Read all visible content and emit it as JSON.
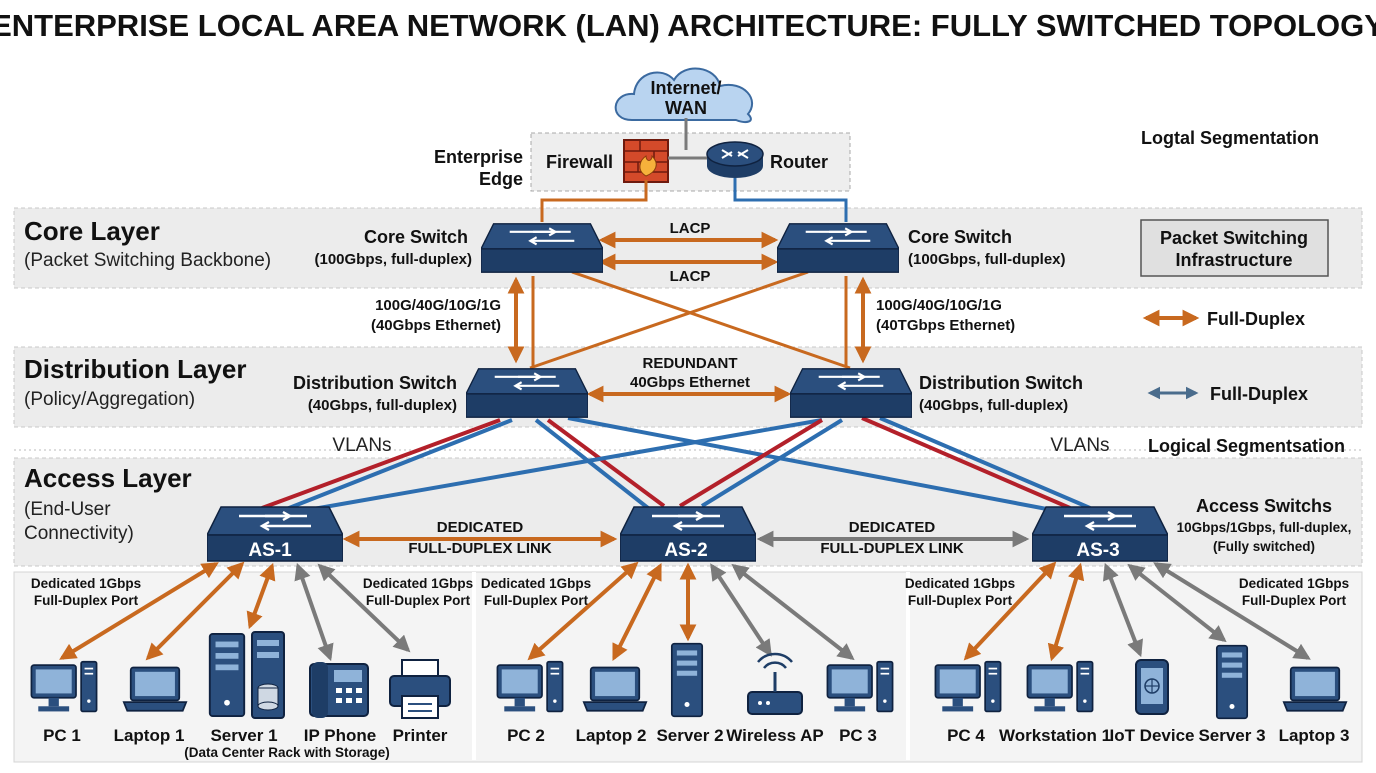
{
  "title": "ENTERPRISE LOCAL AREA NETWORK (LAN) ARCHITECTURE: FULLY SWITCHED TOPOLOGY",
  "colors": {
    "orange": "#c8691f",
    "red": "#b3202a",
    "blue": "#2d6eb0",
    "gray": "#7a7a7a",
    "switch": "#1e3d66",
    "band": "#ececec"
  },
  "internet": {
    "label_1": "Internet/",
    "label_2": "WAN"
  },
  "edge": {
    "label_1": "Enterprise",
    "label_2": "Edge",
    "firewall": "Firewall",
    "router": "Router"
  },
  "logical_seg_top": "Logtal Segmentation",
  "core": {
    "title": "Core Layer",
    "subtitle": "(Packet Switching Backbone)",
    "switch_left": {
      "name": "Core Switch",
      "spec": "(100Gbps, full-duplex)"
    },
    "switch_right": {
      "name": "Core Switch",
      "spec": "(100Gbps, full-duplex)"
    },
    "lacp_1": "LACP",
    "lacp_2": "LACP"
  },
  "packet_box": {
    "line1": "Packet Switching",
    "line2": "Infrastructure"
  },
  "uplink_left": {
    "line1": "100G/40G/10G/1G",
    "line2": "(40Gbps Ethernet)"
  },
  "uplink_right": {
    "line1": "100G/40G/10G/1G",
    "line2": "(40TGbps Ethernet)"
  },
  "legend": {
    "orange": "Full-Duplex",
    "blue": "Full-Duplex"
  },
  "distribution": {
    "title": "Distribution Layer",
    "subtitle": "(Policy/Aggregation)",
    "switch_left": {
      "name": "Distribution Switch",
      "spec": "(40Gbps, full-duplex)"
    },
    "switch_right": {
      "name": "Distribution Switch",
      "spec": "(40Gbps, full-duplex)"
    },
    "redundant_1": "REDUNDANT",
    "redundant_2": "40Gbps Ethernet"
  },
  "vlans_left": "VLANs",
  "vlans_right": "VLANs",
  "logical_seg_bottom": "Logical Segmentsation",
  "access": {
    "title": "Access Layer",
    "subtitle_1": "(End-User",
    "subtitle_2": "Connectivity)",
    "switches": [
      "AS-1",
      "AS-2",
      "AS-3"
    ],
    "link_1": {
      "line1": "DEDICATED",
      "line2": "FULL-DUPLEX LINK"
    },
    "link_2": {
      "line1": "DEDICATED",
      "line2": "FULL-DUPLEX LINK"
    },
    "info_title": "Access Switchs",
    "info_1": "10Gbps/1Gbps, full-duplex,",
    "info_2": "(Fully switched)"
  },
  "port_labels": [
    {
      "line1": "Dedicated 1Gbps",
      "line2": "Full-Duplex Port"
    },
    {
      "line1": "Dedicated 1Gbps",
      "line2": "Full-Duplex Port"
    },
    {
      "line1": "Dedicated 1Gbps",
      "line2": "Full-Duplex Port"
    },
    {
      "line1": "Dedicated 1Gbps",
      "line2": "Full-Duplex Port"
    },
    {
      "line1": "Dedicated 1Gbps",
      "line2": "Full-Duplex Port"
    }
  ],
  "devices": [
    {
      "label": "PC 1",
      "icon": "pc-icon"
    },
    {
      "label": "Laptop 1",
      "icon": "laptop-icon"
    },
    {
      "label": "Server 1",
      "icon": "server-rack-icon",
      "sub": "(Data Center Rack with Storage)"
    },
    {
      "label": "IP Phone",
      "icon": "ip-phone-icon"
    },
    {
      "label": "Printer",
      "icon": "printer-icon"
    },
    {
      "label": "PC 2",
      "icon": "pc-icon"
    },
    {
      "label": "Laptop 2",
      "icon": "laptop-icon"
    },
    {
      "label": "Server 2",
      "icon": "server-icon"
    },
    {
      "label": "Wireless AP",
      "icon": "wireless-ap-icon"
    },
    {
      "label": "PC 3",
      "icon": "pc-icon"
    },
    {
      "label": "PC 4",
      "icon": "pc-icon"
    },
    {
      "label": "Workstation 1",
      "icon": "pc-icon"
    },
    {
      "label": "IoT Device",
      "icon": "iot-device-icon"
    },
    {
      "label": "Server 3",
      "icon": "server-icon"
    },
    {
      "label": "Laptop 3",
      "icon": "laptop-icon"
    }
  ]
}
